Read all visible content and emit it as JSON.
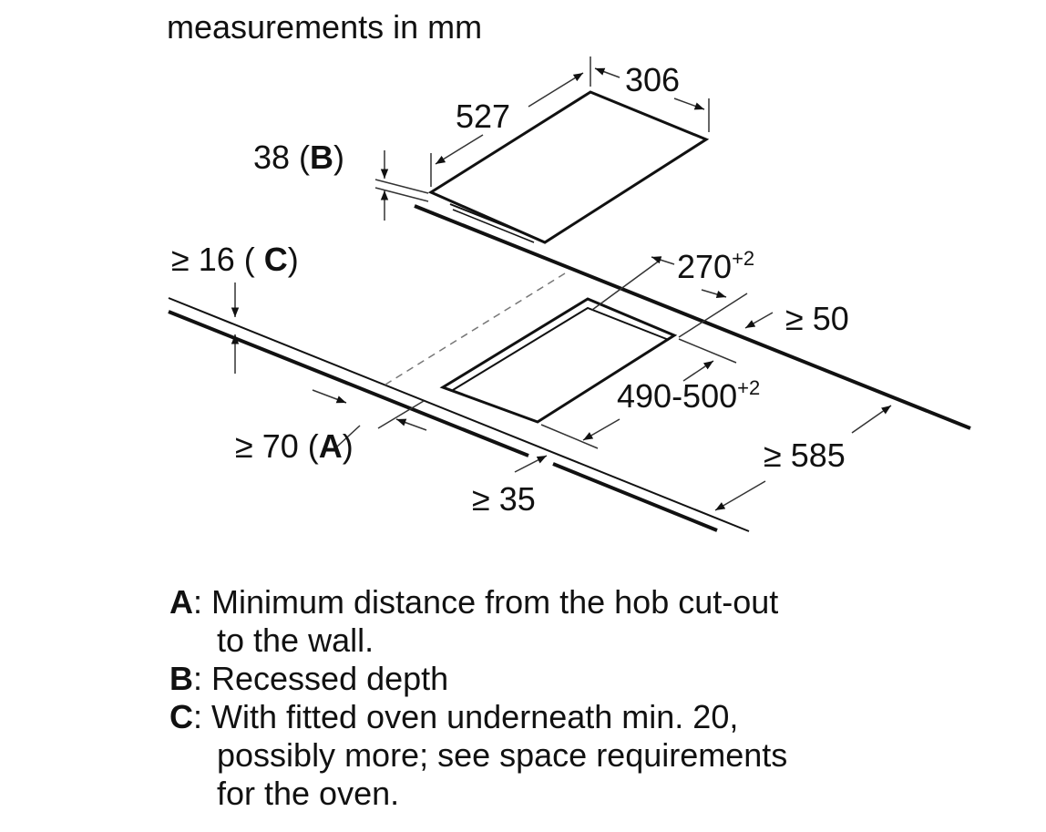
{
  "title": "measurements in mm",
  "dimensions": {
    "width": "306",
    "depth": "527",
    "recess_value": "38 (",
    "recess_key": "B",
    "recess_close": ")",
    "worktop_value": "≥ 16 ( ",
    "worktop_key": "C",
    "worktop_close": ")",
    "cutout_width": "270",
    "cutout_width_tol": "+2",
    "back_gap": "≥ 50",
    "cutout_depth": "490-500",
    "cutout_depth_tol": "+2",
    "wall_gap_value": "≥ 70 (",
    "wall_gap_key": "A",
    "wall_gap_close": ")",
    "front_gap": "≥ 35",
    "worktop_depth": "≥ 585"
  },
  "legend": [
    {
      "key": "A",
      "text": ": Minimum distance from the hob cut-out",
      "cont": [
        "to the wall."
      ]
    },
    {
      "key": "B",
      "text": ": Recessed depth",
      "cont": []
    },
    {
      "key": "C",
      "text": ": With fitted oven underneath min. 20,",
      "cont": [
        "possibly more; see space requirements",
        "for the oven."
      ]
    }
  ]
}
